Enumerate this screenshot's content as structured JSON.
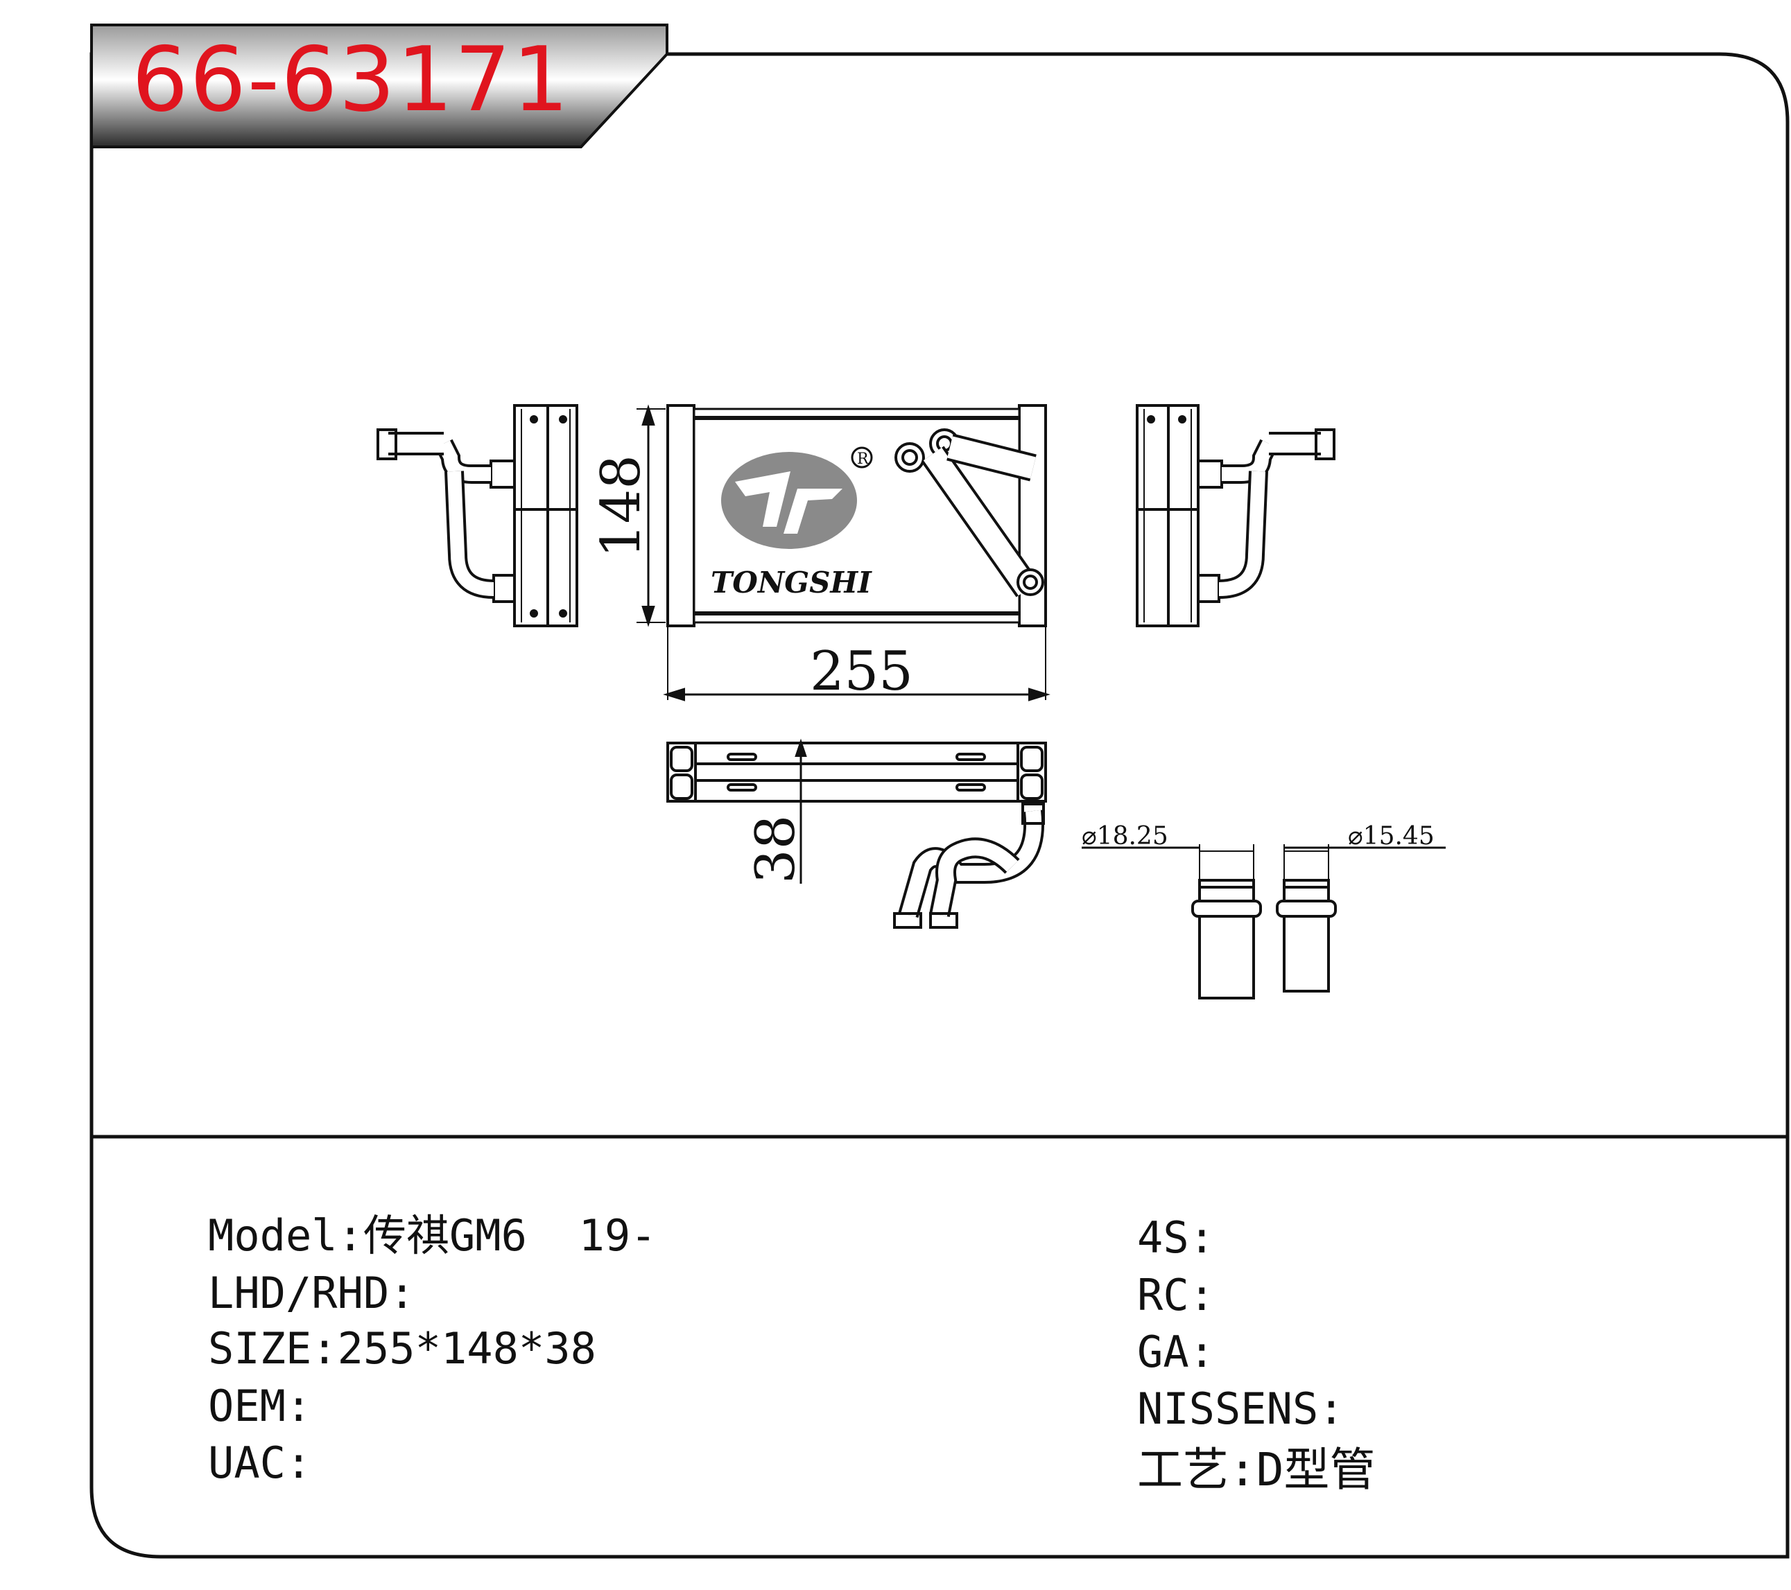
{
  "header": {
    "part_number": "66-63171"
  },
  "brand": {
    "logo_text": "TONGSHI",
    "registered_mark": "R"
  },
  "dimensions": {
    "height": "148",
    "width": "255",
    "depth": "38",
    "pipe_diameter_1": "⌀18.25",
    "pipe_diameter_2": "⌀15.45"
  },
  "specs_left": [
    {
      "label": "Model:",
      "value": "传祺GM6  19-"
    },
    {
      "label": "LHD/RHD:",
      "value": ""
    },
    {
      "label": "SIZE:",
      "value": "255*148*38"
    },
    {
      "label": "OEM:",
      "value": ""
    },
    {
      "label": "UAC:",
      "value": ""
    }
  ],
  "specs_right": [
    {
      "label": "4S:",
      "value": ""
    },
    {
      "label": "RC:",
      "value": ""
    },
    {
      "label": "GA:",
      "value": ""
    },
    {
      "label": "NISSENS:",
      "value": ""
    },
    {
      "label": "工艺:",
      "value": "D型管"
    }
  ],
  "colors": {
    "part_number": "#e0141e",
    "line": "#111111",
    "logo_grey": "#8a8a8a"
  }
}
